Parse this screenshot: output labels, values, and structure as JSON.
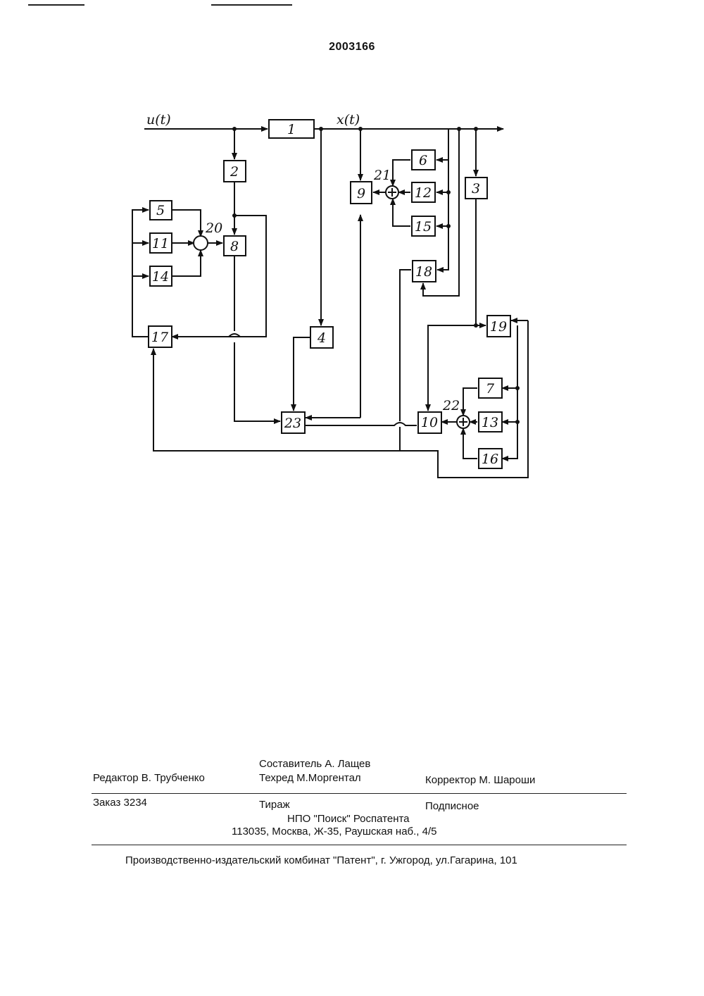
{
  "document": {
    "number": "2003166"
  },
  "diagram": {
    "signals": {
      "input": "u(t)",
      "output": "x(t)"
    },
    "blocks": [
      {
        "id": "b1",
        "label": "1"
      },
      {
        "id": "b2",
        "label": "2"
      },
      {
        "id": "b3",
        "label": "3"
      },
      {
        "id": "b4",
        "label": "4"
      },
      {
        "id": "b5",
        "label": "5"
      },
      {
        "id": "b6",
        "label": "6"
      },
      {
        "id": "b7",
        "label": "7"
      },
      {
        "id": "b8",
        "label": "8"
      },
      {
        "id": "b9",
        "label": "9"
      },
      {
        "id": "b10",
        "label": "10"
      },
      {
        "id": "b11",
        "label": "11"
      },
      {
        "id": "b12",
        "label": "12"
      },
      {
        "id": "b13",
        "label": "13"
      },
      {
        "id": "b14",
        "label": "14"
      },
      {
        "id": "b15",
        "label": "15"
      },
      {
        "id": "b16",
        "label": "16"
      },
      {
        "id": "b17",
        "label": "17"
      },
      {
        "id": "b18",
        "label": "18"
      },
      {
        "id": "b19",
        "label": "19"
      },
      {
        "id": "b23",
        "label": "23"
      }
    ],
    "summers": [
      {
        "id": "s20",
        "label": "20"
      },
      {
        "id": "s21",
        "label": "21"
      },
      {
        "id": "s22",
        "label": "22"
      }
    ]
  },
  "imprint": {
    "compiler": "Составитель  А. Лащев",
    "editor": "Редактор  В. Трубченко",
    "tech_editor": "Техред М.Моргентал",
    "corrector": "Корректор  М. Шароши",
    "order": "Заказ  3234",
    "circulation": "Тираж",
    "subscription": "Подписное",
    "publisher": "НПО \"Поиск\" Роспатента",
    "address": "113035, Москва, Ж-35, Раушская наб., 4/5",
    "printer": "Производственно-издательский комбинат \"Патент\", г. Ужгород, ул.Гагарина, 101"
  }
}
